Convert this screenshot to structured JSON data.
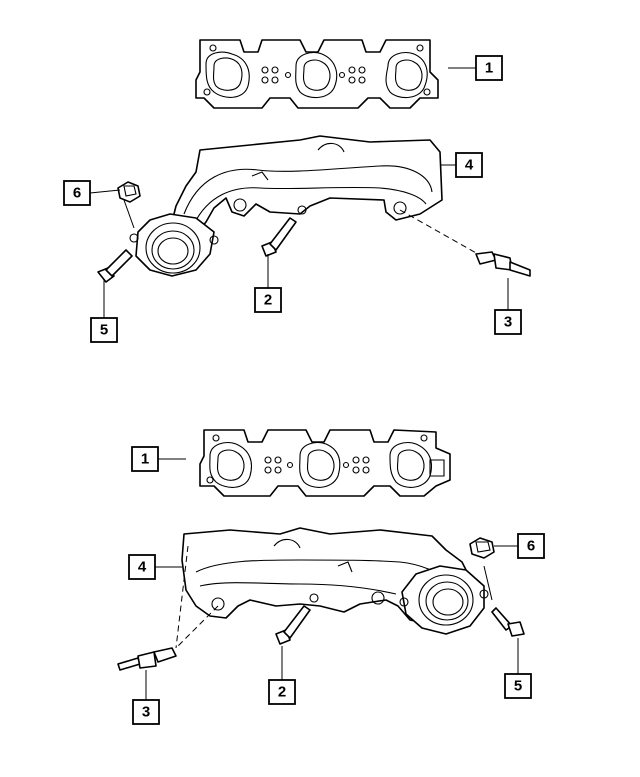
{
  "callouts": {
    "top": {
      "c1": "1",
      "c2": "2",
      "c3": "3",
      "c4": "4",
      "c5": "5",
      "c6": "6"
    },
    "bottom": {
      "c1": "1",
      "c2": "2",
      "c3": "3",
      "c4": "4",
      "c5": "5",
      "c6": "6"
    }
  }
}
